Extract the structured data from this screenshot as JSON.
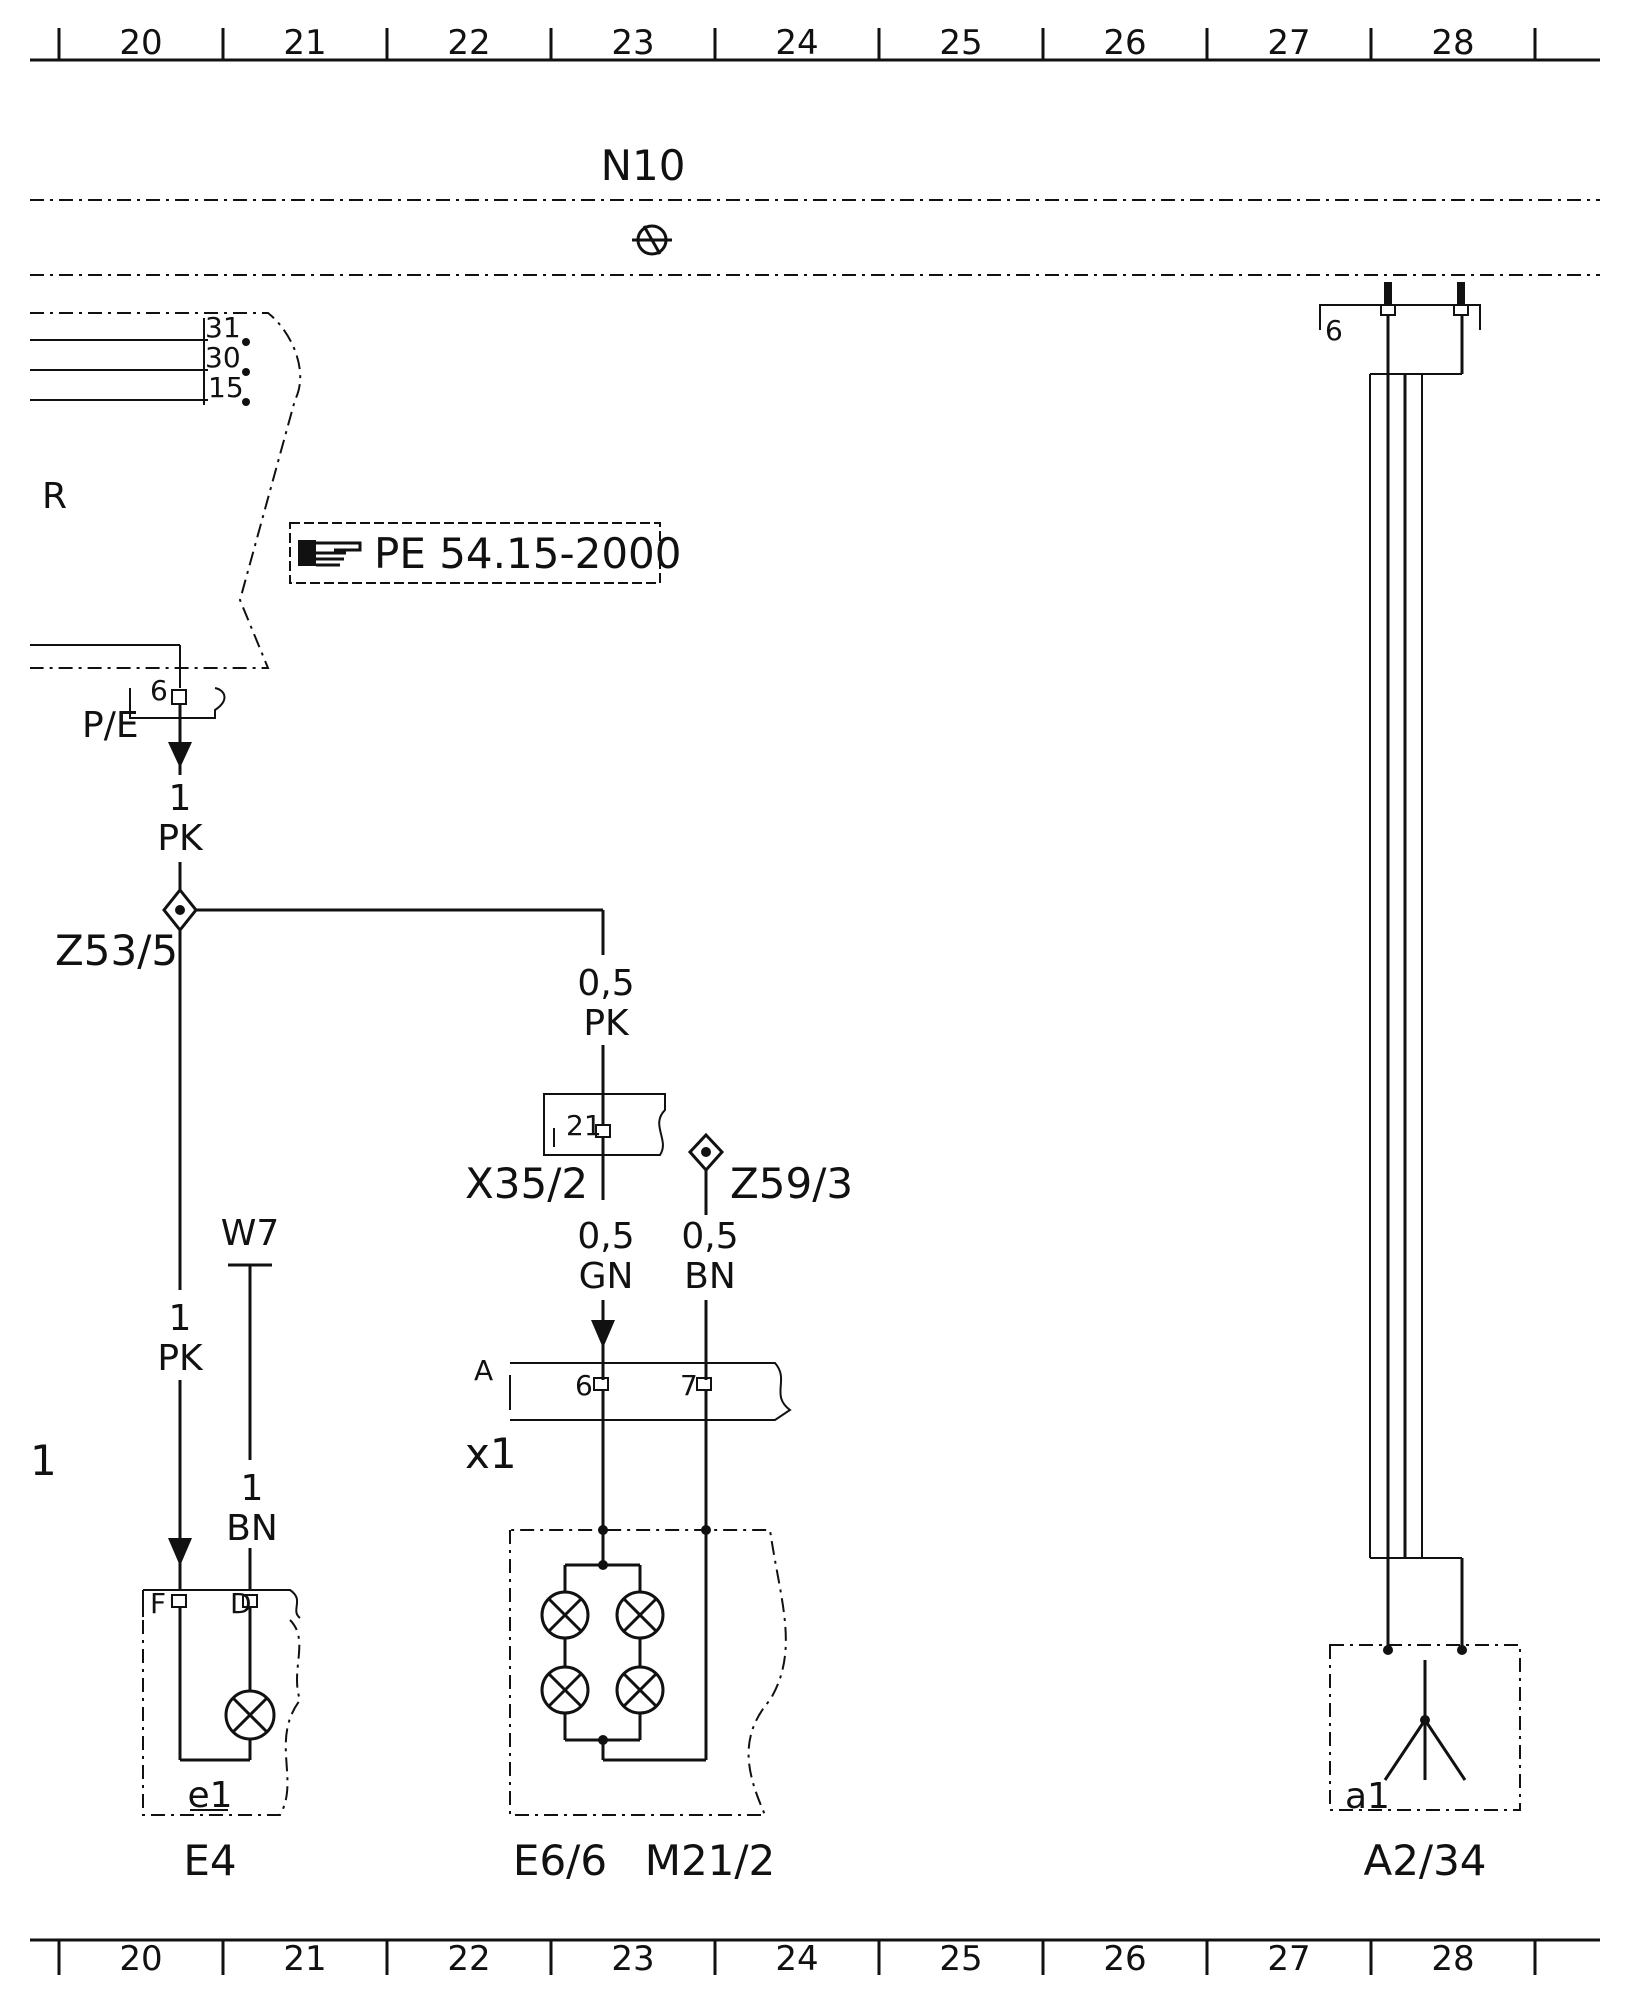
{
  "ruler_top": [
    "20",
    "21",
    "22",
    "23",
    "24",
    "25",
    "26",
    "27",
    "28"
  ],
  "ruler_bottom": [
    "20",
    "21",
    "22",
    "23",
    "24",
    "25",
    "26",
    "27",
    "28"
  ],
  "module": {
    "name": "N10",
    "pins": [
      "31",
      "30",
      "15"
    ],
    "region_label": "R",
    "ref_box": "PE 54.15-2000",
    "ref_icon": "pointing-hand-icon"
  },
  "connectors": {
    "pe": {
      "name": "P/E",
      "pin": "6"
    },
    "x35_2": {
      "name": "X35/2",
      "pin": "21"
    },
    "x1": {
      "name": "x1",
      "row": "A",
      "pins": [
        "6",
        "7"
      ]
    },
    "a2_34_top_pin": "6"
  },
  "junctions": {
    "z53_5": "Z53/5",
    "z59_3": "Z59/3"
  },
  "ground": "W7",
  "wires": [
    {
      "size": "1",
      "color": "PK"
    },
    {
      "size": "0,5",
      "color": "PK"
    },
    {
      "size": "0,5",
      "color": "GN"
    },
    {
      "size": "0,5",
      "color": "BN"
    },
    {
      "size": "1",
      "color": "PK"
    },
    {
      "size": "1",
      "color": "BN"
    }
  ],
  "side_label": "1",
  "components": {
    "e4": {
      "name": "E4",
      "sub": "e1",
      "pins": [
        "F",
        "D"
      ]
    },
    "e6_6": {
      "name": "E6/6"
    },
    "m21_2": {
      "name": "M21/2"
    },
    "a2_34": {
      "name": "A2/34",
      "sub": "a1"
    }
  }
}
